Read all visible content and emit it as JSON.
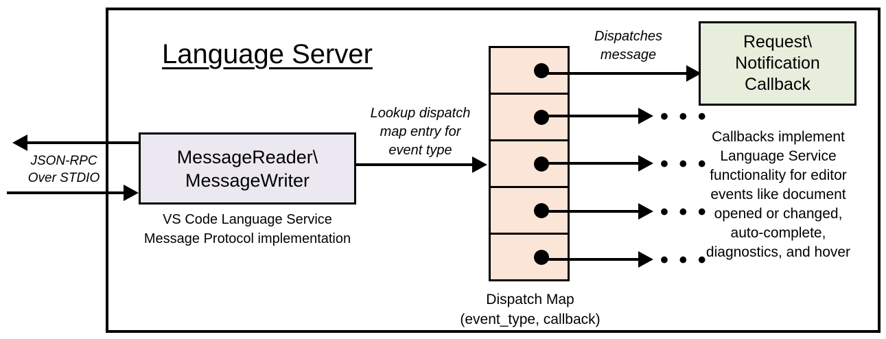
{
  "diagram": {
    "title": "Language Server",
    "outer_frame_name": "language-server-boundary"
  },
  "left_channel": {
    "label": "JSON-RPC\nOver STDIO",
    "outbound_arrow": "arrow-left-outbound",
    "inbound_arrow": "arrow-right-inbound"
  },
  "message_reader": {
    "title": "MessageReader\\\nMessageWriter",
    "caption": "VS Code Language Service\nMessage Protocol implementation",
    "fill_color": "#ebe8f2"
  },
  "lookup": {
    "label": "Lookup dispatch\nmap entry for\nevent type"
  },
  "dispatch_map": {
    "caption": "Dispatch Map\n(event_type, callback)",
    "fill_color": "#fbe5d6",
    "rows": [
      {
        "name": "dispatch-map-row-1",
        "dot": true
      },
      {
        "name": "dispatch-map-row-2",
        "dot": true
      },
      {
        "name": "dispatch-map-row-3",
        "dot": true
      },
      {
        "name": "dispatch-map-row-4",
        "dot": true
      },
      {
        "name": "dispatch-map-row-5",
        "dot": true
      }
    ],
    "ellipsis": "• • •"
  },
  "dispatches": {
    "label": "Dispatches\nmessage"
  },
  "callback": {
    "title": "Request\\\nNotification\nCallback",
    "caption": "Callbacks implement\nLanguage Service\nfunctionality for editor\nevents like document\nopened or changed,\nauto-complete,\ndiagnostics, and hover",
    "fill_color": "#e8eedc"
  }
}
